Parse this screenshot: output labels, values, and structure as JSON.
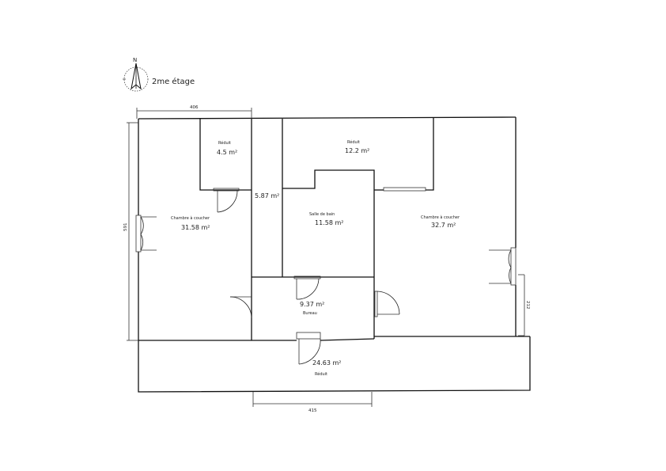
{
  "title": "2me étage",
  "compass": {
    "north_label": "N",
    "icon": "north-arrow-icon"
  },
  "rooms": [
    {
      "name": "Réduit",
      "area": "4.5 m²"
    },
    {
      "name": "Réduit",
      "area": "12.2 m²"
    },
    {
      "name": "",
      "area": "5.87 m²"
    },
    {
      "name": "Chambre à coucher",
      "area": "31.58 m²"
    },
    {
      "name": "Salle de bain",
      "area": "11.58 m²"
    },
    {
      "name": "Chambre à coucher",
      "area": "32.7 m²"
    },
    {
      "name": "Bureau",
      "area": "9.37 m²"
    },
    {
      "name": "Réduit",
      "area": "24.63 m²"
    }
  ],
  "dimensions": {
    "top": "406",
    "left": "591",
    "right": "212",
    "bottom": "415"
  }
}
